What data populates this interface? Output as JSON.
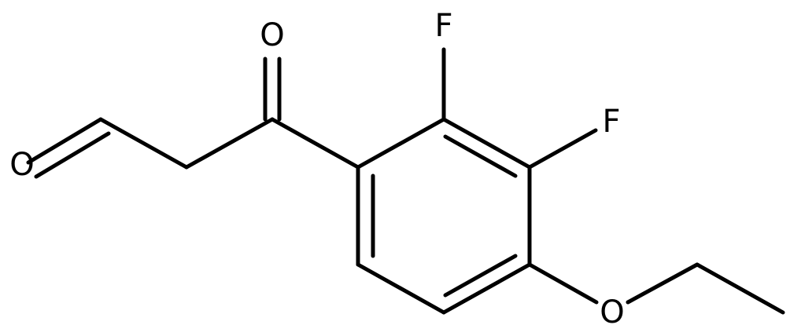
{
  "diagram": {
    "type": "chemical-structure",
    "atom_labels": {
      "carbonyl_oxygen_top": "O",
      "aldehyde_oxygen": "O",
      "fluorine_ortho": "F",
      "fluorine_meta": "F",
      "ether_oxygen": "O"
    },
    "colors": {
      "bond": "#000000",
      "label": "#000000",
      "background": "#ffffff"
    }
  }
}
